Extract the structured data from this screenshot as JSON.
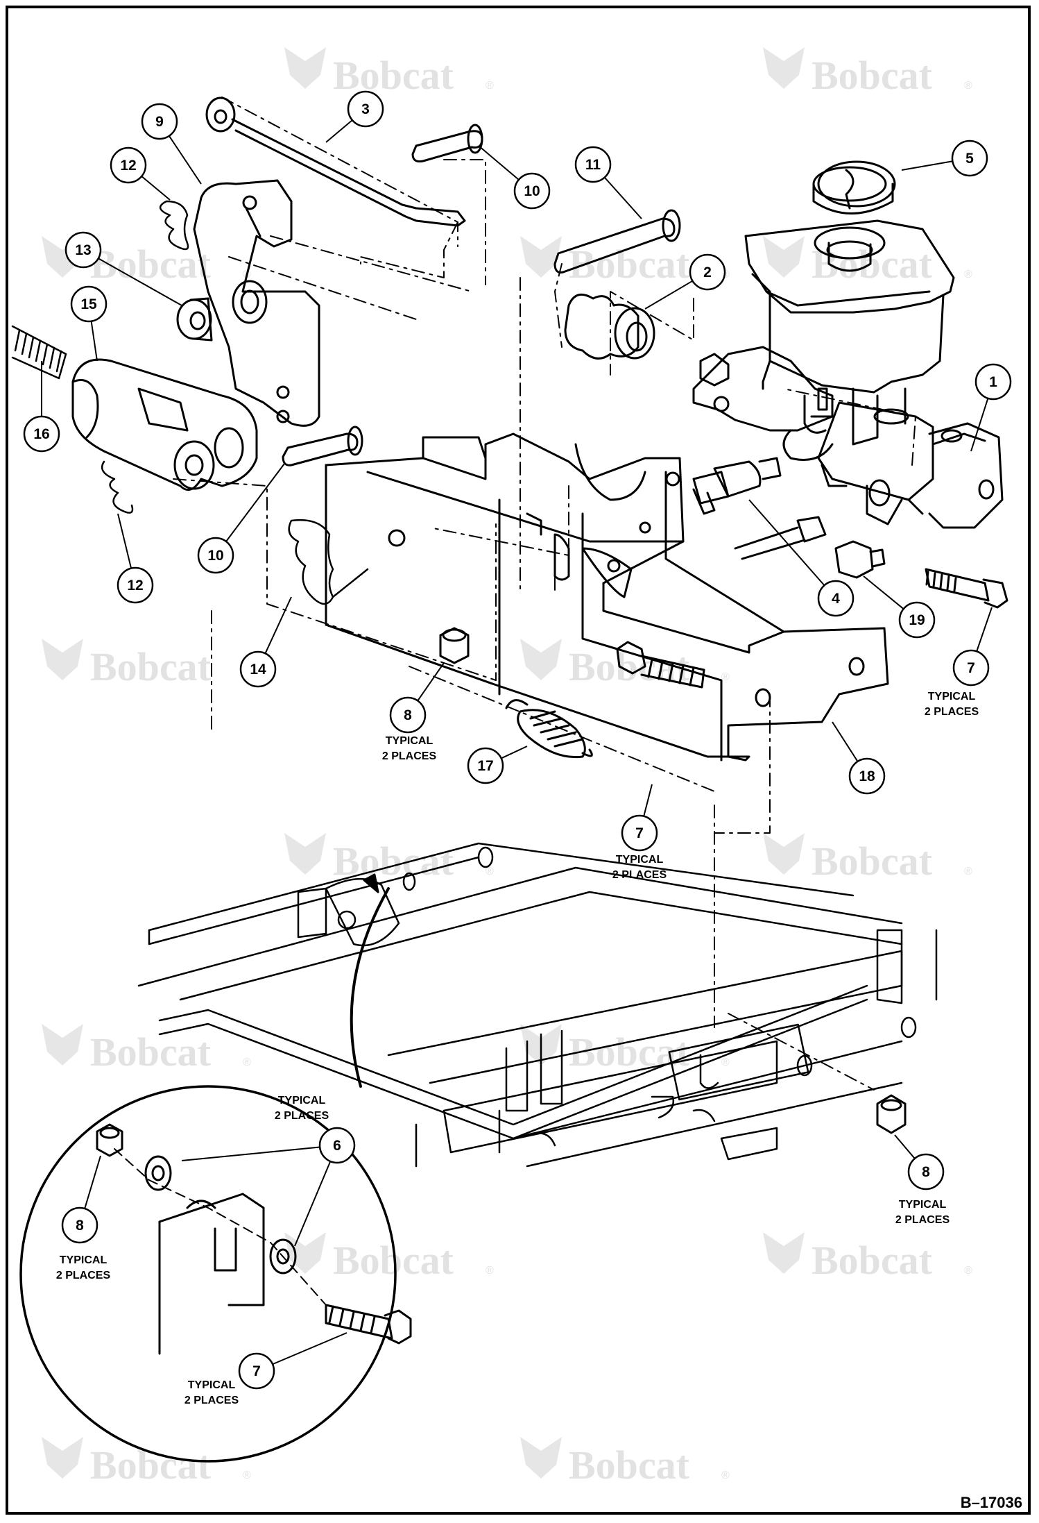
{
  "document": {
    "doc_number": "B–17036",
    "watermark_text": "Bobcat",
    "watermark_mark": "®"
  },
  "callouts": [
    {
      "id": "1",
      "label": "1"
    },
    {
      "id": "2",
      "label": "2"
    },
    {
      "id": "3",
      "label": "3"
    },
    {
      "id": "4",
      "label": "4"
    },
    {
      "id": "5",
      "label": "5"
    },
    {
      "id": "6",
      "label": "6"
    },
    {
      "id": "7a",
      "label": "7"
    },
    {
      "id": "7b",
      "label": "7"
    },
    {
      "id": "7c",
      "label": "7"
    },
    {
      "id": "8a",
      "label": "8"
    },
    {
      "id": "8b",
      "label": "8"
    },
    {
      "id": "8c",
      "label": "8"
    },
    {
      "id": "9",
      "label": "9"
    },
    {
      "id": "10a",
      "label": "10"
    },
    {
      "id": "10b",
      "label": "10"
    },
    {
      "id": "11",
      "label": "11"
    },
    {
      "id": "12a",
      "label": "12"
    },
    {
      "id": "12b",
      "label": "12"
    },
    {
      "id": "13",
      "label": "13"
    },
    {
      "id": "14",
      "label": "14"
    },
    {
      "id": "15",
      "label": "15"
    },
    {
      "id": "16",
      "label": "16"
    },
    {
      "id": "17",
      "label": "17"
    },
    {
      "id": "18",
      "label": "18"
    },
    {
      "id": "19",
      "label": "19"
    }
  ],
  "notes": {
    "typical": "TYPICAL",
    "two_places": "2 PLACES"
  }
}
